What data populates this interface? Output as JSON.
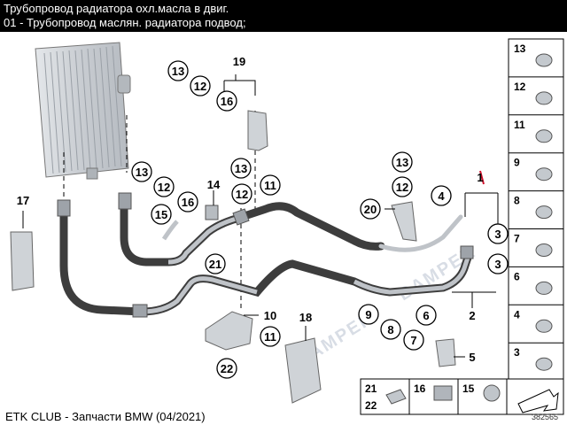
{
  "header": {
    "title": "Трубопровод радиатора охл.масла в двиг.",
    "subtitle": "01 - Трубопровод маслян. радиатора подвод;"
  },
  "footer": {
    "source": "ETK CLUB - Запчасти BMW (04/2021)",
    "drawing_number": "382565"
  },
  "watermark": "BAMPER",
  "callouts": {
    "n1": "1",
    "n2": "2",
    "n3": "3",
    "n4": "4",
    "n5": "5",
    "n6": "6",
    "n7": "7",
    "n8": "8",
    "n9": "9",
    "n10": "10",
    "n11": "11",
    "n12": "12",
    "n13": "13",
    "n14": "14",
    "n15": "15",
    "n16": "16",
    "n17": "17",
    "n18": "18",
    "n19": "19",
    "n20": "20",
    "n21": "21",
    "n22": "22"
  },
  "side_panel": {
    "items": [
      "13",
      "12",
      "11",
      "9",
      "8",
      "7",
      "6",
      "4",
      "3"
    ],
    "bottom_items": [
      "21",
      "22",
      "16",
      "15"
    ]
  },
  "colors": {
    "pipe_dark": "#3d3d3d",
    "pipe_light": "#bfc3c8",
    "highlight": "#d0102a",
    "radiator": "#c9cdd2"
  }
}
